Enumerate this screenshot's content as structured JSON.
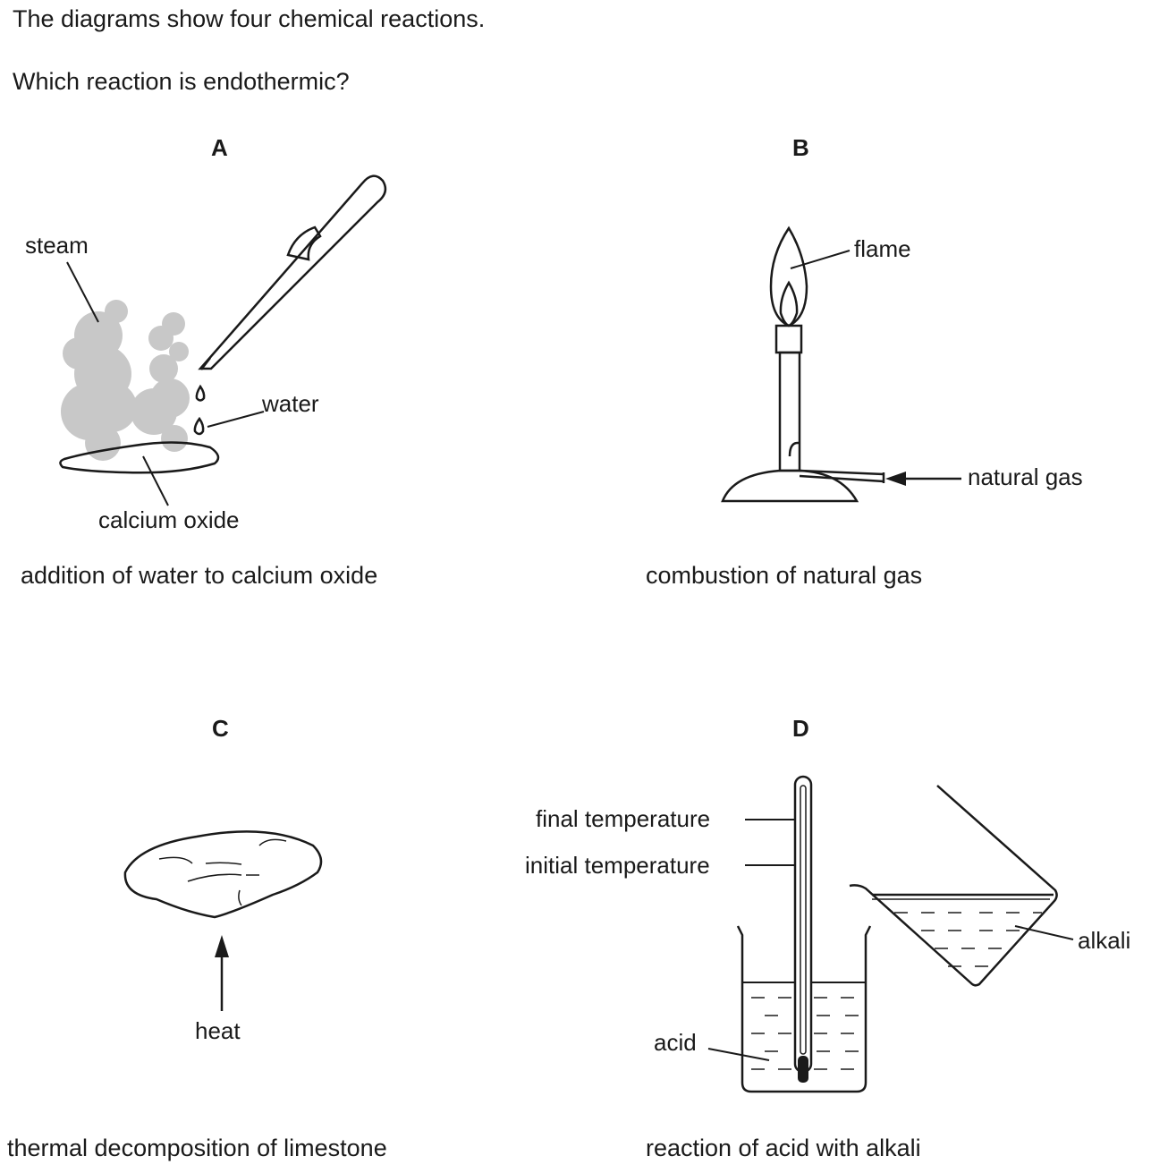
{
  "question": {
    "intro": "The diagrams show four chemical reactions.",
    "prompt": "Which reaction is endothermic?"
  },
  "panels": {
    "A": {
      "letter": "A",
      "labels": {
        "steam": "steam",
        "water": "water",
        "solid": "calcium oxide"
      },
      "caption": "addition of water to calcium oxide"
    },
    "B": {
      "letter": "B",
      "labels": {
        "flame": "flame",
        "gas": "natural gas"
      },
      "caption": "combustion of natural gas"
    },
    "C": {
      "letter": "C",
      "labels": {
        "heat": "heat"
      },
      "caption": "thermal decomposition of limestone"
    },
    "D": {
      "letter": "D",
      "labels": {
        "final": "final temperature",
        "initial": "initial temperature",
        "acid": "acid",
        "alkali": "alkali"
      },
      "caption": "reaction of acid with alkali"
    }
  },
  "colors": {
    "ink": "#1a1a1a",
    "steam": "#c8c8c8"
  }
}
